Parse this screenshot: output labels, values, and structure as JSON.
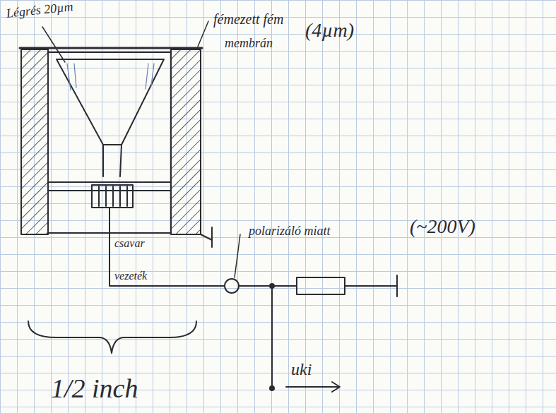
{
  "diagram": {
    "labels": [
      "Légrés 20µm",
      "fémezett fém",
      "(4µm)",
      "membrán",
      "csavar",
      "vezeték",
      "polarizáló miatt",
      "(~200V)",
      "1/2 inch",
      "uki"
    ]
  }
}
